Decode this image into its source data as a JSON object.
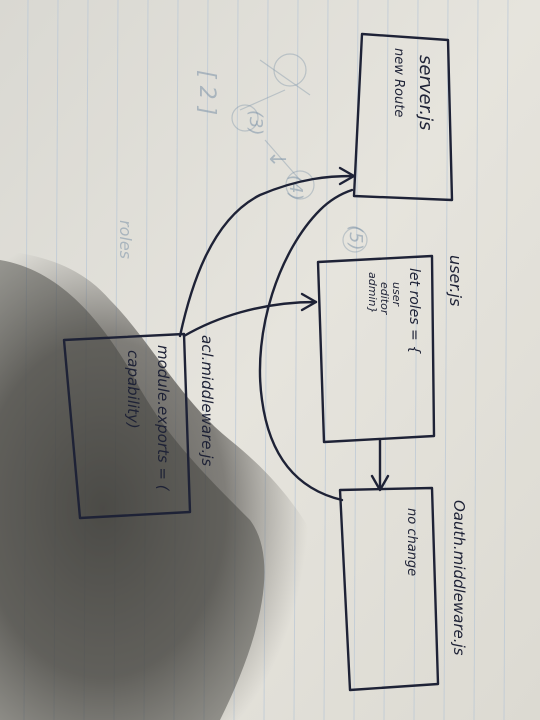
{
  "notes": {
    "server_box": {
      "title": "server.js",
      "line": "new Route"
    },
    "users_box": {
      "label": "user.js",
      "line1": "let roles = {",
      "line2": "user",
      "line3": "editor",
      "line4": "admin}"
    },
    "acl_box": {
      "label": "acl.middleware.js",
      "line1": "module.exports = (",
      "line2": "capability)"
    },
    "oauth_box": {
      "label": "Oauth.middleware.js",
      "line1": "no change"
    }
  },
  "colors": {
    "ink": "#1e2236",
    "paper": "#e4e2db",
    "shadow": "#4a4945",
    "ruling": "#b9c7d6"
  },
  "ghost_text": [
    "[ 2 ]",
    "↓",
    "(3)",
    "(4)",
    "(5)",
    "roles"
  ]
}
